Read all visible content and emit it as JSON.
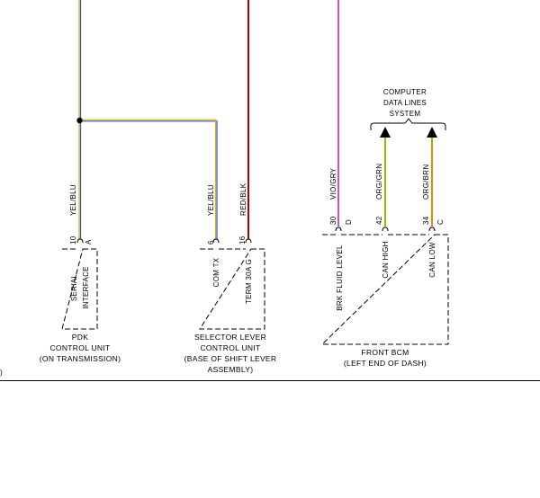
{
  "colors": {
    "yel_blu": "#d8b000",
    "blu": "#3050c0",
    "red_blk": "#b00000",
    "vio_gry": "#d050d0",
    "org_grn": "#9ab800",
    "org_brn": "#d89000"
  },
  "wires": {
    "yel_blu_left": "YEL/BLU",
    "yel_blu_right": "YEL/BLU",
    "red_blk": "RED/BLK",
    "vio_gry": "VIO/GRY",
    "org_grn": "ORG/GRN",
    "org_brn": "ORG/BRN"
  },
  "computer_data_lines": {
    "line1": "COMPUTER",
    "line2": "DATA LINES",
    "line3": "SYSTEM"
  },
  "pdk": {
    "pin_number": "10",
    "pin_letter": "A",
    "pin_label_1": "SERIAL",
    "pin_label_2": "INTERFACE",
    "name_1": "PDK",
    "name_2": "CONTROL UNIT",
    "name_3": "(ON TRANSMISSION)"
  },
  "selector": {
    "pin1_number": "6",
    "pin1_label": "COM TX",
    "pin2_number": "16",
    "pin2_label": "TERM 30A G",
    "name_1": "SELECTOR LEVER",
    "name_2": "CONTROL UNIT",
    "name_3": "(BASE OF SHIFT LEVER",
    "name_4": "ASSEMBLY)"
  },
  "bcm": {
    "pin1_number": "30",
    "pin1_letter": "D",
    "pin1_label": "BRK FLUID LEVEL",
    "pin2_number": "42",
    "pin2_label": "CAN HIGH",
    "pin3_number": "34",
    "pin3_letter": "C",
    "pin3_label": "CAN LOW",
    "name_1": "FRONT BCM",
    "name_2": "(LEFT END OF DASH)"
  },
  "edge_fragment": ")"
}
